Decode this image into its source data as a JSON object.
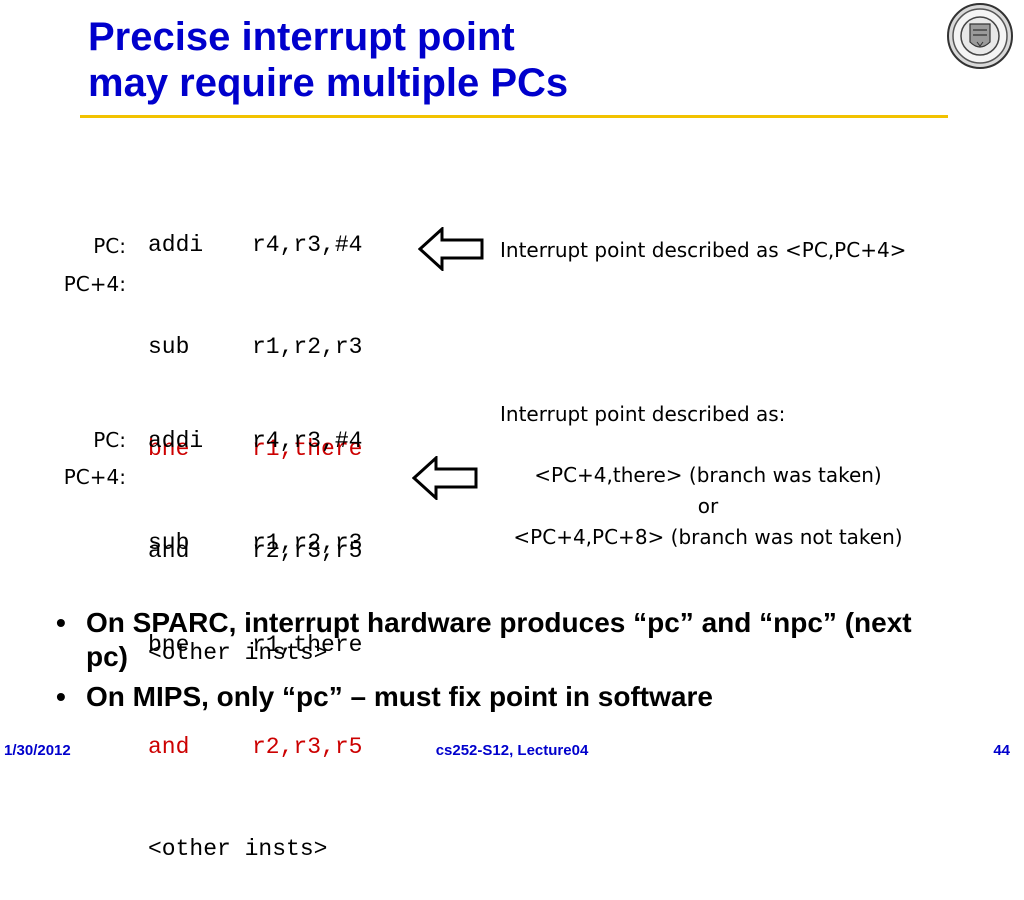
{
  "slide": {
    "title_line1": "Precise interrupt point",
    "title_line2": "may require multiple PCs",
    "colors": {
      "title": "#0000cc",
      "rule": "#f2c200",
      "highlight": "#cc0000"
    }
  },
  "block1": {
    "rows": [
      {
        "op": "addi",
        "args": "r4,r3,#4"
      },
      {
        "op": "sub",
        "args": "r1,r2,r3"
      },
      {
        "op": "bne",
        "args": "r1,there"
      },
      {
        "op": "and",
        "args": "r2,r3,r5"
      },
      {
        "op": "<other insts>",
        "args": ""
      }
    ],
    "pc_label": "PC:",
    "pc4_label": "PC+4:",
    "note": "Interrupt point described as <PC,PC+4>"
  },
  "block2": {
    "rows": [
      {
        "op": "addi",
        "args": "r4,r3,#4"
      },
      {
        "op": "sub",
        "args": "r1,r2,r3"
      },
      {
        "op": "bne",
        "args": "r1,there"
      },
      {
        "op": "and",
        "args": "r2,r3,r5"
      },
      {
        "op": "<other insts>",
        "args": ""
      }
    ],
    "pc_label": "PC:",
    "pc4_label": "PC+4:",
    "note_heading": "Interrupt point described as:",
    "note_taken": "<PC+4,there> (branch was taken)",
    "note_or": "or",
    "note_not_taken": "<PC+4,PC+8> (branch was not taken)"
  },
  "bullets": [
    "On SPARC, interrupt hardware produces “pc” and “npc” (next pc)",
    "On MIPS, only “pc” – must fix point in software"
  ],
  "footer": {
    "date": "1/30/2012",
    "course": "cs252-S12, Lecture04",
    "page": "44"
  }
}
